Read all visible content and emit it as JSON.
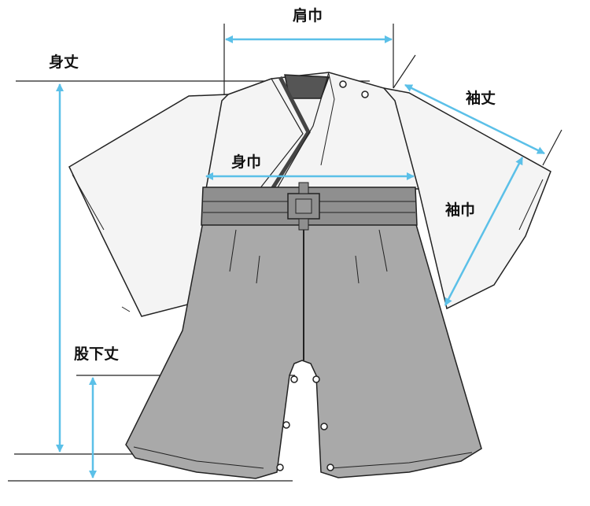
{
  "labels": {
    "shoulder_width": "肩巾",
    "body_length": "身丈",
    "sleeve_length": "袖丈",
    "body_width": "身巾",
    "sleeve_width": "袖巾",
    "inseam": "股下丈"
  },
  "colors": {
    "arrow": "#5bc0e8",
    "top_fill": "#f4f4f4",
    "hakama_fill": "#a9a9a9",
    "belt_fill": "#8f8f8f",
    "outline": "#222222",
    "collar_inner": "#555555"
  }
}
